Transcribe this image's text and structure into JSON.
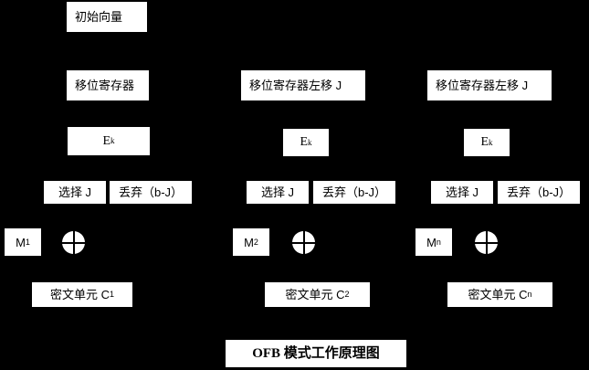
{
  "diagram": {
    "background_color": "#000000",
    "box_color": "#ffffff",
    "text_color": "#000000",
    "title": "OFB 模式工作原理图"
  },
  "columns": [
    {
      "id": "column-1",
      "iv_label": "初始向量",
      "shift_register_label": "移位寄存器",
      "encrypt_label": "E",
      "encrypt_sub": "k",
      "select_label": "选择 J",
      "discard_label": "丢弃（b-J）",
      "plaintext_label": "M",
      "plaintext_sub": "1",
      "xor_label": "xor-operator",
      "ciphertext_label": "密文单元 C",
      "ciphertext_sub": "1"
    },
    {
      "id": "column-2",
      "shift_register_label": "移位寄存器左移 J",
      "encrypt_label": "E",
      "encrypt_sub": "k",
      "select_label": "选择 J",
      "discard_label": "丢弃（b-J）",
      "plaintext_label": "M",
      "plaintext_sub": "2",
      "xor_label": "xor-operator",
      "ciphertext_label": "密文单元 C",
      "ciphertext_sub": "2"
    },
    {
      "id": "column-3",
      "shift_register_label": "移位寄存器左移 J",
      "encrypt_label": "E",
      "encrypt_sub": "k",
      "select_label": "选择 J",
      "discard_label": "丢弃（b-J）",
      "plaintext_label": "M",
      "plaintext_sub": "n",
      "xor_label": "xor-operator",
      "ciphertext_label": "密文单元 C",
      "ciphertext_sub": "n"
    }
  ]
}
